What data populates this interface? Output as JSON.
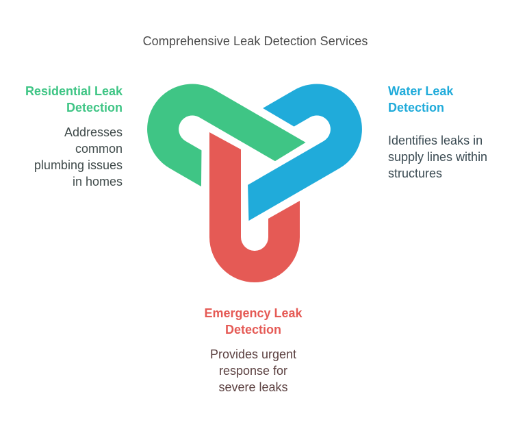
{
  "title": "Comprehensive Leak Detection Services",
  "colors": {
    "residential": "#3fc585",
    "water": "#20abda",
    "emergency": "#e55a55",
    "title_text": "#4a4a4a"
  },
  "emblem": {
    "description": "Three interlocking U-shaped links forming a trefoil",
    "links": [
      {
        "id": "emergency",
        "color_key": "emergency",
        "points": "down"
      },
      {
        "id": "residential",
        "color_key": "residential",
        "points": "upper-left"
      },
      {
        "id": "water",
        "color_key": "water",
        "points": "upper-right"
      }
    ]
  },
  "items": {
    "residential": {
      "heading_lines": [
        "Residential Leak",
        "Detection"
      ],
      "desc_lines": [
        "Addresses",
        "common",
        "plumbing issues",
        "in homes"
      ]
    },
    "water": {
      "heading_lines": [
        "Water Leak",
        "Detection"
      ],
      "desc_lines": [
        "Identifies leaks in",
        "supply lines within",
        "structures"
      ]
    },
    "emergency": {
      "heading_lines": [
        "Emergency Leak",
        "Detection"
      ],
      "desc_lines": [
        "Provides urgent",
        "response for",
        "severe leaks"
      ]
    }
  }
}
